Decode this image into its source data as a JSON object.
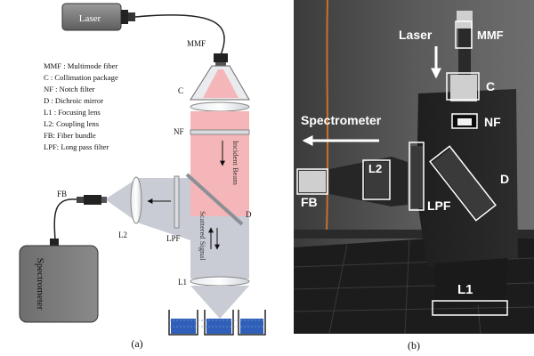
{
  "panel_a": {
    "label": "(a)",
    "legend": [
      "MMF : Multimode fiber",
      "C : Collimation package",
      "NF : Notch filter",
      "D : Dichroic mirror",
      "L1 : Focusing lens",
      "L2: Coupling lens",
      "FB: Fiber bundle",
      "LPF: Long pass filter"
    ],
    "labels": {
      "laser": "Laser",
      "mmf": "MMF",
      "c": "C",
      "nf": "NF",
      "d": "D",
      "l1": "L1",
      "l2": "L2",
      "lpf": "LPF",
      "fb": "FB",
      "spectrometer": "Spectrometer",
      "incident_beam": "Incident Beam",
      "scattered_signal": "Scattered Signal"
    }
  },
  "panel_b": {
    "label": "(b)",
    "labels": {
      "laser": "Laser",
      "mmf": "MMF",
      "c": "C",
      "nf": "NF",
      "spectrometer": "Spectrometer",
      "l2": "L2",
      "fb": "FB",
      "lpf": "LPF",
      "d": "D",
      "l1": "L1"
    }
  },
  "colors": {
    "beam_incident": "#f4b6b8",
    "beam_scattered": "#c9ccd4",
    "device_gray": "#7a7a7a",
    "sample_blue": "#2f5fb8",
    "photo_background": "#4a4a4a",
    "annotation_white": "#ffffff"
  }
}
